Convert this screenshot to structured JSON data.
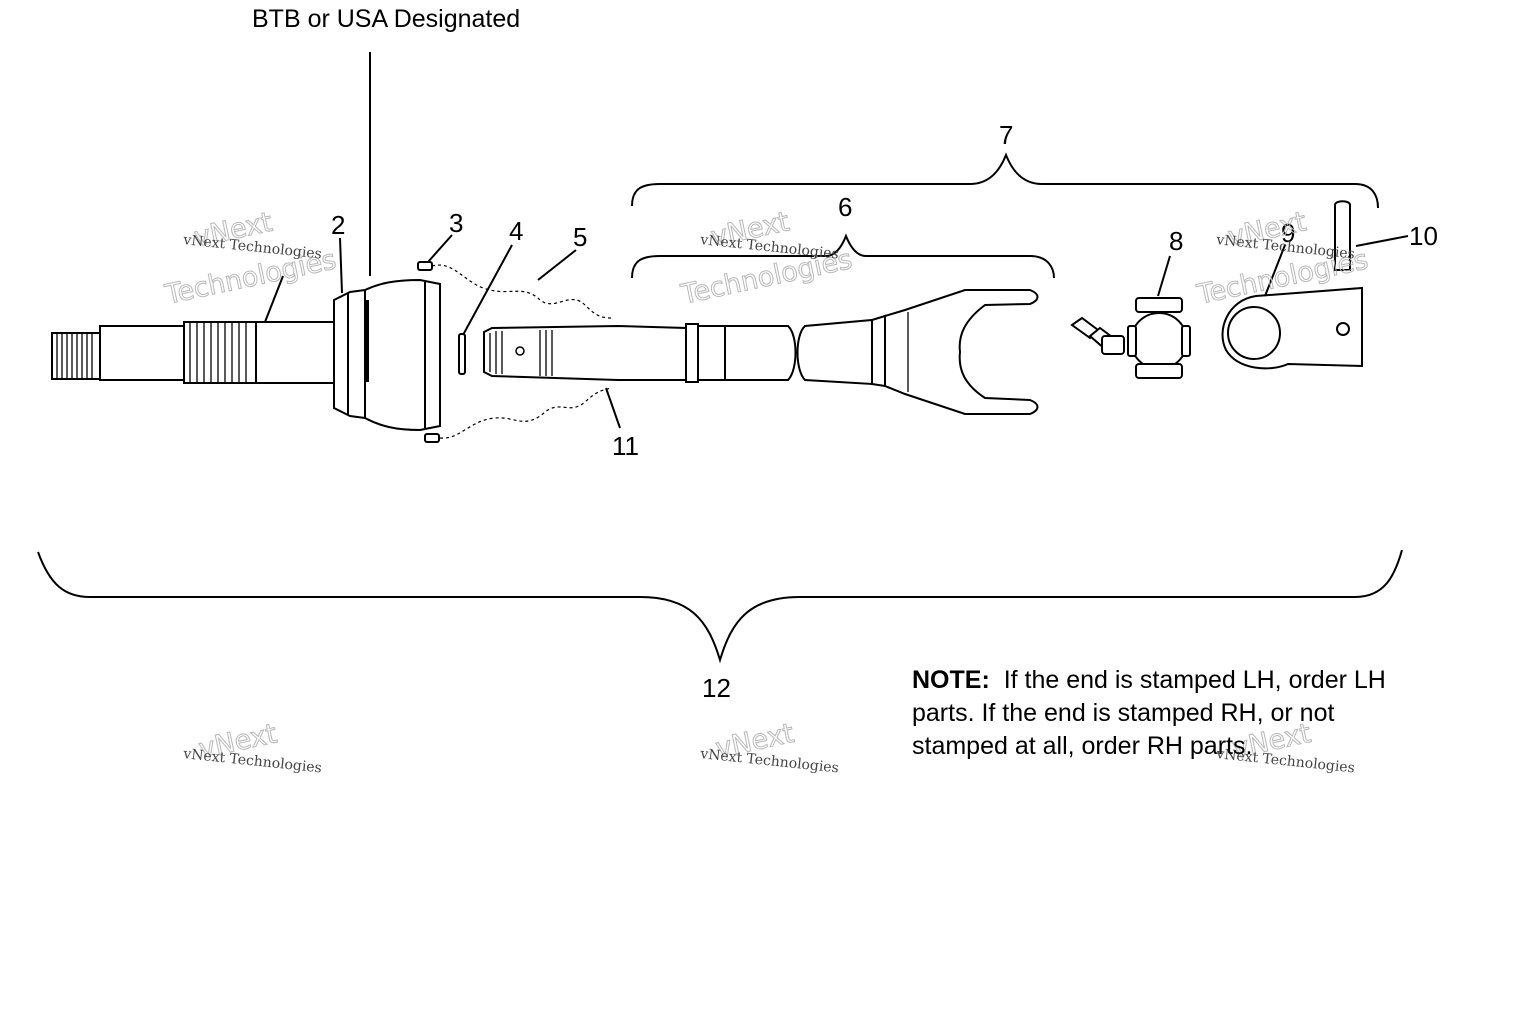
{
  "header": {
    "designation": "BTB or USA Designated"
  },
  "callouts": {
    "c2": "2",
    "c3": "3",
    "c4": "4",
    "c5": "5",
    "c6": "6",
    "c7": "7",
    "c8": "8",
    "c9": "9",
    "c10": "10",
    "c11": "11",
    "c12": "12"
  },
  "note": {
    "label": "NOTE:",
    "text": "If the end is stamped LH, order LH parts.  If the end is stamped RH, or not stamped at all, order RH parts."
  },
  "watermark": {
    "line1": "vNext",
    "line2": "Technologies",
    "small": "vNext Technologies"
  }
}
